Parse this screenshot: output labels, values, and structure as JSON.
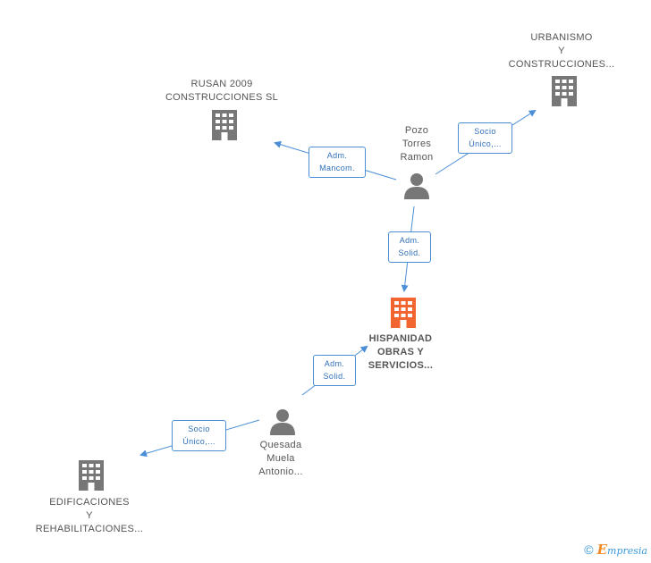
{
  "nodes": {
    "rusan": {
      "line1": "RUSAN 2009",
      "line2": "CONSTRUCCIONES SL"
    },
    "urbanismo": {
      "line1": "URBANISMO",
      "line2": "Y",
      "line3": "CONSTRUCCIONES..."
    },
    "pozo": {
      "line1": "Pozo",
      "line2": "Torres",
      "line3": "Ramon"
    },
    "hispanidad": {
      "line1": "HISPANIDAD",
      "line2": "OBRAS Y",
      "line3": "SERVICIOS..."
    },
    "quesada": {
      "line1": "Quesada",
      "line2": "Muela",
      "line3": "Antonio..."
    },
    "edificaciones": {
      "line1": "EDIFICACIONES",
      "line2": "Y",
      "line3": "REHABILITACIONES..."
    }
  },
  "edges": {
    "pozo_rusan": {
      "line1": "Adm.",
      "line2": "Mancom."
    },
    "pozo_urbanismo": {
      "line1": "Socio",
      "line2": "Único,..."
    },
    "pozo_hispanidad": {
      "line1": "Adm.",
      "line2": "Solid."
    },
    "quesada_hispanidad": {
      "line1": "Adm.",
      "line2": "Solid."
    },
    "quesada_edificaciones": {
      "line1": "Socio",
      "line2": "Único,..."
    }
  },
  "colors": {
    "company": "#777777",
    "main_company": "#f26430",
    "person": "#777777",
    "edge": "#4a8fd6"
  },
  "footer": {
    "copyright": "©",
    "brand_e": "E",
    "brand_rest": "mpresia"
  }
}
